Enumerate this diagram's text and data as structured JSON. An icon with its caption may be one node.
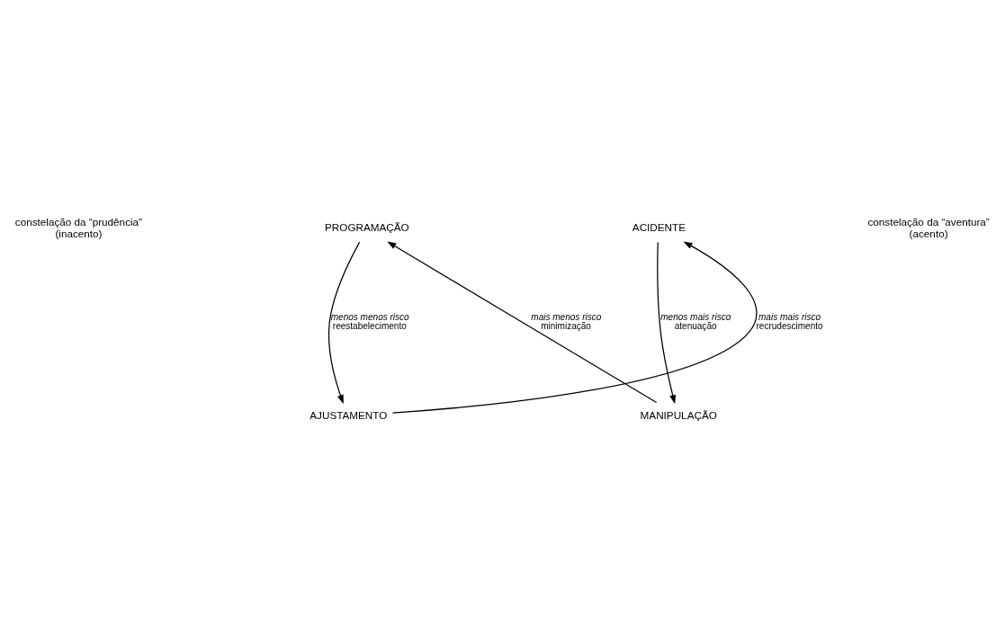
{
  "diagram": {
    "nodes": [
      {
        "text": [
          "PROGRAMAÇÃO"
        ]
      },
      {
        "text": [
          "ACIDENTE"
        ]
      },
      {
        "text": [
          "MANIPULAÇÃO"
        ]
      },
      {
        "text": [
          "AJUSTAMENTO"
        ]
      }
    ],
    "edges": [
      {
        "from": 2,
        "to": 0,
        "arrow": "to",
        "label": "*mais menos risco* minimização"
      },
      {
        "from": 0,
        "to": 3,
        "arrow": "to",
        "label": "*menos menos risco* reestabelecimento"
      },
      {
        "from": 3,
        "to": 1,
        "arrow": "to",
        "label": "*mais mais risco* recrudescimento"
      },
      {
        "from": 1,
        "to": 2,
        "arrow": "to",
        "label": "*menos mais risco* atenuação"
      }
    ],
    "labels": [
      "constelação da “prudência” (inacento)",
      "constelação da “aventura” (acento)"
    ]
  }
}
